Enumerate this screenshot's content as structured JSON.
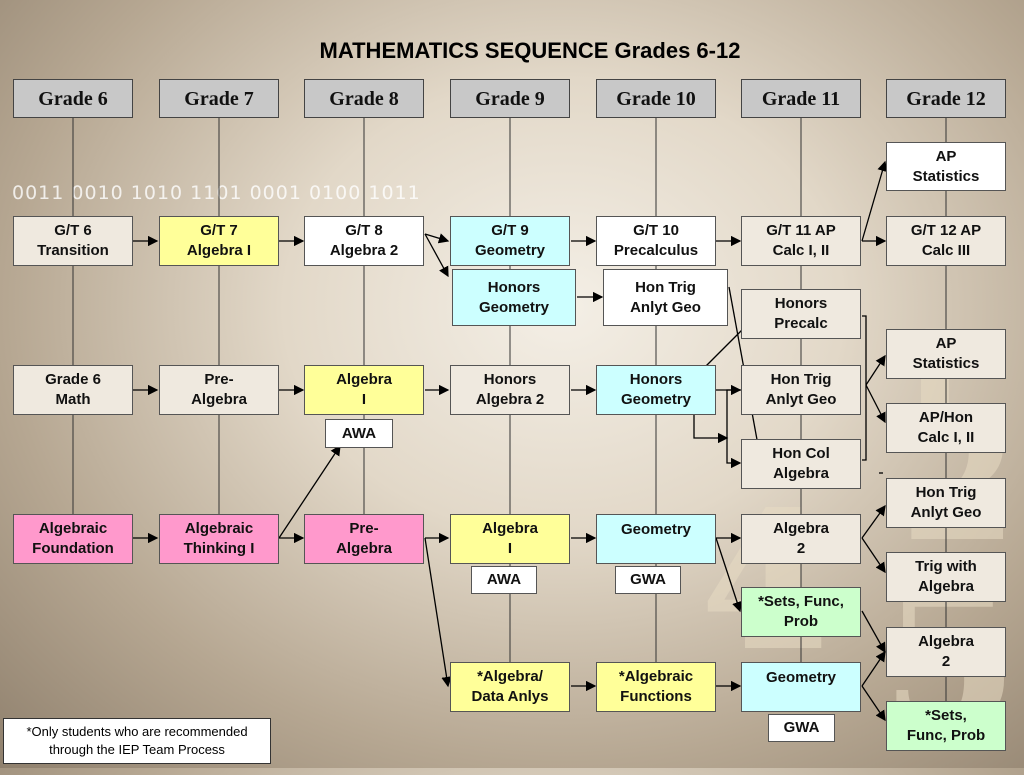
{
  "title": "MATHEMATICS SEQUENCE Grades 6-12",
  "background_text": "0011 0010 1010 1101 0001 0100 1011",
  "grades": [
    "Grade 6",
    "Grade 7",
    "Grade 8",
    "Grade 9",
    "Grade 10",
    "Grade 11",
    "Grade 12"
  ],
  "boxes": {
    "ap_stats_1": "AP\nStatistics",
    "gt6": "G/T 6\nTransition",
    "gt7": "G/T 7\nAlgebra I",
    "gt8": "G/T 8\nAlgebra 2",
    "gt9": "G/T 9\nGeometry",
    "gt10": "G/T 10\nPrecalculus",
    "gt11": "G/T 11 AP\nCalc I, II",
    "gt12": "G/T 12 AP\nCalc III",
    "honors_geometry_9": "Honors\nGeometry",
    "hon_trig_10": "Hon Trig\nAnlyt Geo",
    "honors_precalc": "Honors\nPrecalc",
    "ap_stats_2": "AP\nStatistics",
    "grade6_math": "Grade 6\nMath",
    "pre_algebra_7": "Pre-\nAlgebra",
    "algebra1_8": "Algebra\nI",
    "awa_8": "AWA",
    "honors_algebra2_9": "Honors\nAlgebra 2",
    "honors_geometry_10": "Honors\nGeometry",
    "hon_trig_11": "Hon Trig\nAnlyt Geo",
    "ap_hon_calc": "AP/Hon\nCalc I, II",
    "hon_col_algebra": "Hon Col\nAlgebra",
    "hon_trig_12": "Hon Trig\nAnlyt Geo",
    "algebraic_foundation": "Algebraic\nFoundation",
    "algebraic_thinking": "Algebraic\nThinking I",
    "pre_algebra_8": "Pre-\nAlgebra",
    "algebra1_9": "Algebra\nI",
    "geometry_10": "Geometry",
    "algebra2_11": "Algebra\n2",
    "trig_with_algebra": "Trig with\nAlgebra",
    "awa_9": "AWA",
    "gwa_10": "GWA",
    "sets_func_prob_11": "*Sets, Func,\nProb",
    "algebra2_12": "Algebra\n2",
    "algebra_data_anlys": "*Algebra/\nData Anlys",
    "algebraic_functions": "*Algebraic\nFunctions",
    "geometry_11": "Geometry",
    "gwa_11": "GWA",
    "sets_func_prob_12": "*Sets,\nFunc, Prob"
  },
  "note": "*Only students who are recommended\nthrough the IEP Team Process",
  "colors": {
    "header": "#c8c8c8",
    "yellow": "#ffff99",
    "cyan": "#ccffff",
    "pink": "#ff99cc",
    "green": "#ccffcc",
    "beige": "#efe9df",
    "white": "#ffffff"
  }
}
